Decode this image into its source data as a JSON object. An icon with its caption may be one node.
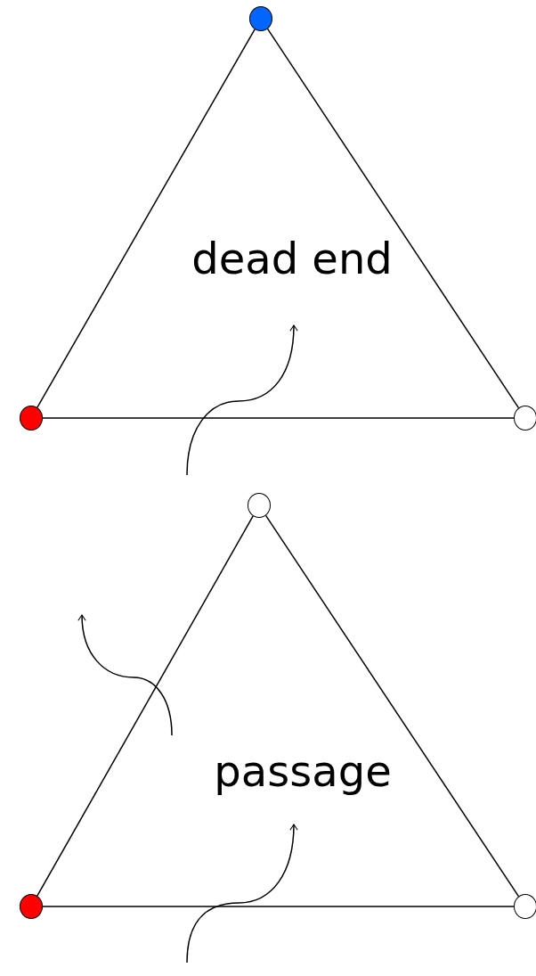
{
  "diagram": {
    "nodes": [
      {
        "text": [],
        "shape": "circle"
      },
      {
        "text": [],
        "shape": "circle"
      },
      {
        "text": [],
        "shape": "circle"
      },
      {
        "text": [],
        "shape": "circle"
      },
      {
        "text": [],
        "shape": "circle"
      },
      {
        "text": [],
        "shape": "circle"
      }
    ],
    "edges": [
      {
        "from": 0,
        "to": 1,
        "arrow": "none"
      },
      {
        "from": 0,
        "to": 2,
        "arrow": "none"
      },
      {
        "from": 1,
        "to": 2,
        "arrow": "none"
      },
      {
        "from": 3,
        "to": 4,
        "arrow": "none"
      },
      {
        "from": 3,
        "to": 5,
        "arrow": "none"
      },
      {
        "from": 4,
        "to": 5,
        "arrow": "none"
      }
    ],
    "labels": [
      "dead end",
      "passage"
    ]
  }
}
